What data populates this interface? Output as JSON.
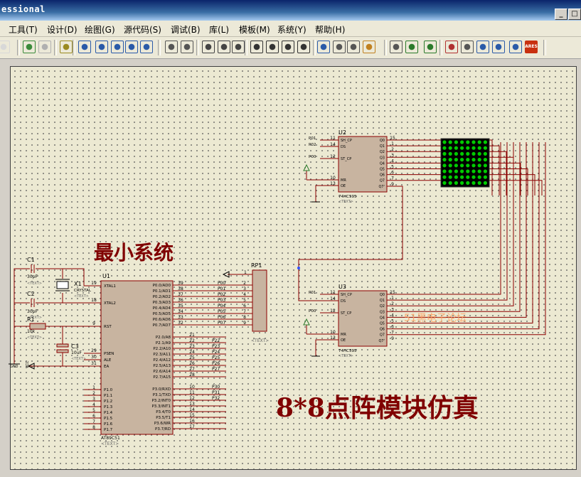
{
  "window": {
    "title": "essional"
  },
  "menu": [
    "工具(T)",
    "设计(D)",
    "绘图(G)",
    "源代码(S)",
    "调试(B)",
    "库(L)",
    "模板(M)",
    "系统(Y)",
    "帮助(H)"
  ],
  "toolbar": {
    "icons": [
      "new-icon",
      "refresh-icon",
      "grid-icon",
      "origin-icon",
      "pan-icon",
      "zoom-in-icon",
      "zoom-out-icon",
      "zoom-all-icon",
      "zoom-area-icon",
      "undo-icon",
      "redo-icon",
      "cut-icon",
      "copy-icon",
      "paste-icon",
      "block-copy-icon",
      "block-move-icon",
      "block-rotate-icon",
      "block-delete-icon",
      "pick-device-icon",
      "make-device-icon",
      "packaging-icon",
      "decompose-icon",
      "wire-autoroute-icon",
      "search-tag-icon",
      "property-assign-icon",
      "new-sheet-icon",
      "remove-sheet-icon",
      "goto-sheet-icon",
      "bom-icon",
      "erc-icon",
      "ares-icon"
    ],
    "ares_label": "ARES"
  },
  "colors": {
    "wire": "#8b0000",
    "component_fill": "#c8b4a0",
    "component_border": "#8b0000",
    "led_green": "#00cc00",
    "title_red": "#800000",
    "watermark": "#ffa060"
  },
  "schematic": {
    "title_min_system": "最小系统",
    "title_matrix": "8*8点阵模块仿真",
    "watermark": "51黑电子论坛",
    "u1": {
      "ref": "U1",
      "part": "AT89C51",
      "text": "<TEXT>",
      "left_pins": [
        {
          "num": "19",
          "name": "XTAL1"
        },
        {
          "num": "18",
          "name": "XTAL2"
        },
        {
          "num": "9",
          "name": "RST"
        },
        {
          "num": "29",
          "name": "PSEN"
        },
        {
          "num": "30",
          "name": "ALE"
        },
        {
          "num": "31",
          "name": "EA"
        }
      ],
      "p1_pins": [
        {
          "num": "1",
          "name": "P1.0"
        },
        {
          "num": "2",
          "name": "P1.1"
        },
        {
          "num": "3",
          "name": "P1.2"
        },
        {
          "num": "4",
          "name": "P1.3"
        },
        {
          "num": "5",
          "name": "P1.4"
        },
        {
          "num": "6",
          "name": "P1.5"
        },
        {
          "num": "7",
          "name": "P1.6"
        },
        {
          "num": "8",
          "name": "P1.7"
        }
      ],
      "p0_pins": [
        {
          "num": "39",
          "name": "P0.0/AD0",
          "net": "P00"
        },
        {
          "num": "38",
          "name": "P0.1/AD1",
          "net": "P01"
        },
        {
          "num": "37",
          "name": "P0.2/AD2",
          "net": "P02"
        },
        {
          "num": "36",
          "name": "P0.3/AD3",
          "net": "P03"
        },
        {
          "num": "35",
          "name": "P0.4/AD4",
          "net": "P04"
        },
        {
          "num": "34",
          "name": "P0.5/AD5",
          "net": "P05"
        },
        {
          "num": "33",
          "name": "P0.6/AD6",
          "net": "P06"
        },
        {
          "num": "32",
          "name": "P0.7/AD7",
          "net": "P07"
        }
      ],
      "p2_pins": [
        {
          "num": "21",
          "name": "P2.0/A8",
          "net": ""
        },
        {
          "num": "22",
          "name": "P2.1/A9",
          "net": "P22"
        },
        {
          "num": "23",
          "name": "P2.2/A10",
          "net": "P23"
        },
        {
          "num": "24",
          "name": "P2.3/A11",
          "net": "P24"
        },
        {
          "num": "25",
          "name": "P2.4/A12",
          "net": "P25"
        },
        {
          "num": "26",
          "name": "P2.5/A13",
          "net": "P26"
        },
        {
          "num": "27",
          "name": "P2.6/A14",
          "net": "P27"
        },
        {
          "num": "28",
          "name": "P2.7/A15",
          "net": ""
        }
      ],
      "p3_pins": [
        {
          "num": "10",
          "name": "P3.0/RXD",
          "net": "P30"
        },
        {
          "num": "11",
          "name": "P3.1/TXD",
          "net": "P31"
        },
        {
          "num": "12",
          "name": "P3.2/INT0",
          "net": "P32"
        },
        {
          "num": "13",
          "name": "P3.3/INT1",
          "net": ""
        },
        {
          "num": "14",
          "name": "P3.4/T0",
          "net": ""
        },
        {
          "num": "15",
          "name": "P3.5/T1",
          "net": ""
        },
        {
          "num": "16",
          "name": "P3.6/WR",
          "net": ""
        },
        {
          "num": "17",
          "name": "P3.7/RD",
          "net": ""
        }
      ]
    },
    "c1": {
      "ref": "C1",
      "value": "30pF",
      "text": "<TEXT>"
    },
    "c2": {
      "ref": "C2",
      "value": "30pF",
      "text": "<TEXT>"
    },
    "c3": {
      "ref": "C3",
      "value": "10uF",
      "text": "<TEXT>"
    },
    "r1": {
      "ref": "R1",
      "value": "10k",
      "text": "<TEXT>"
    },
    "x1": {
      "ref": "X1",
      "value": "CRYSTAL",
      "text": "<TEXT>"
    },
    "rp1": {
      "ref": "RP1",
      "pin1": "1",
      "pins": [
        "2",
        "3",
        "4",
        "5",
        "6",
        "7",
        "8",
        "9"
      ],
      "text": "<TEXT>"
    },
    "gnd_label": "GND",
    "u2": {
      "ref": "U2",
      "part": "74HC595",
      "text": "<TEXT>",
      "left_pins": [
        {
          "num": "11",
          "name": "SH_CP",
          "net": "P01"
        },
        {
          "num": "14",
          "name": "DS",
          "net": "P02"
        },
        {
          "num": "12",
          "name": "ST_CP",
          "net": "P00"
        },
        {
          "num": "10",
          "name": "MR",
          "net": ""
        },
        {
          "num": "13",
          "name": "OE",
          "net": ""
        }
      ],
      "right_pins": [
        {
          "num": "15",
          "name": "Q0"
        },
        {
          "num": "1",
          "name": "Q1"
        },
        {
          "num": "2",
          "name": "Q2"
        },
        {
          "num": "3",
          "name": "Q3"
        },
        {
          "num": "4",
          "name": "Q4"
        },
        {
          "num": "5",
          "name": "Q5"
        },
        {
          "num": "6",
          "name": "Q6"
        },
        {
          "num": "7",
          "name": "Q7"
        },
        {
          "num": "9",
          "name": "Q7'"
        }
      ]
    },
    "u3": {
      "ref": "U3",
      "part": "74HC595",
      "text": "<TEXT>",
      "left_pins": [
        {
          "num": "11",
          "name": "SH_CP",
          "net": "P01"
        },
        {
          "num": "14",
          "name": "DS",
          "net": ""
        },
        {
          "num": "12",
          "name": "ST_CP",
          "net": "P00"
        },
        {
          "num": "10",
          "name": "MR",
          "net": ""
        },
        {
          "num": "13",
          "name": "OE",
          "net": ""
        }
      ],
      "right_pins": [
        {
          "num": "15",
          "name": "Q0"
        },
        {
          "num": "1",
          "name": "Q1"
        },
        {
          "num": "2",
          "name": "Q2"
        },
        {
          "num": "3",
          "name": "Q3"
        },
        {
          "num": "4",
          "name": "Q4"
        },
        {
          "num": "5",
          "name": "Q5"
        },
        {
          "num": "6",
          "name": "Q6"
        },
        {
          "num": "7",
          "name": "Q7"
        },
        {
          "num": "9",
          "name": "Q7'"
        }
      ]
    }
  }
}
